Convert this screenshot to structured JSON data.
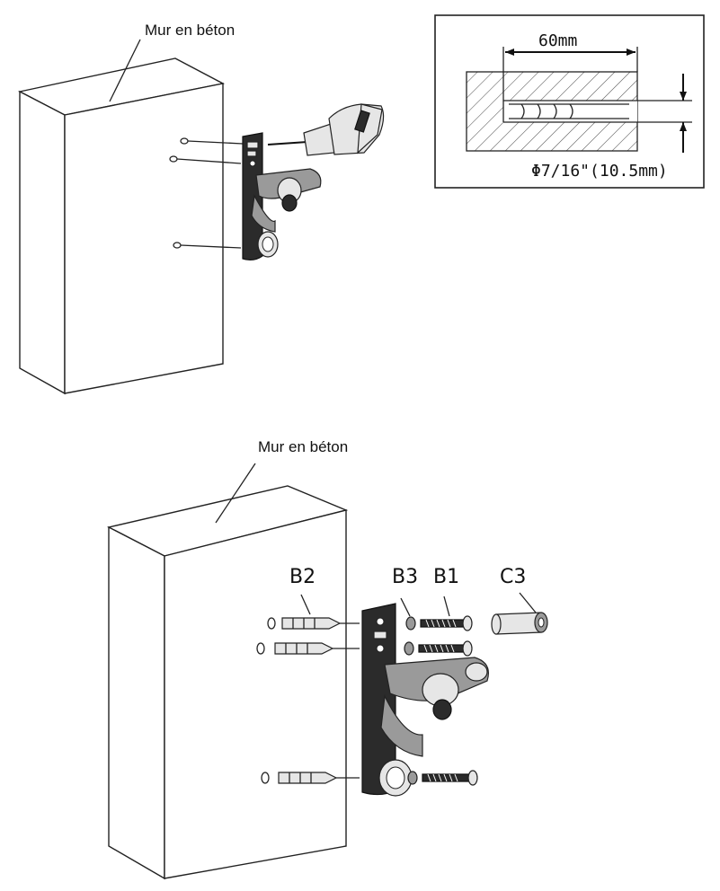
{
  "figure_top": {
    "wall_label": "Mur en béton",
    "inset": {
      "depth_label": "60mm",
      "diameter_label": "Φ7/16\"(10.5mm)"
    }
  },
  "figure_bottom": {
    "wall_label": "Mur en béton",
    "parts": {
      "b2": "B2",
      "b3": "B3",
      "b1": "B1",
      "c3": "C3"
    }
  }
}
